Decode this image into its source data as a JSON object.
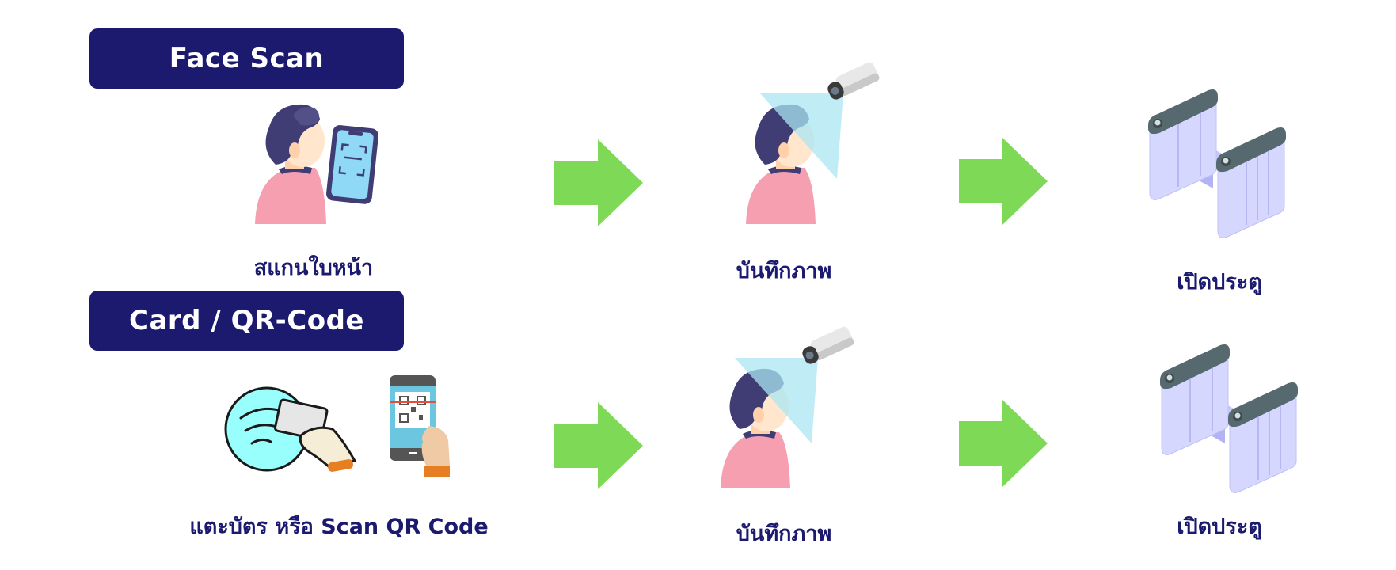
{
  "colors": {
    "banner_bg": "#1B1A6F",
    "label_text": "#1B1A6F",
    "arrow": "#7ED957",
    "hair": "#3F3D74",
    "skin": "#FFD9B8",
    "shirt": "#F59FB0",
    "phone_screen": "#8FD9F7",
    "scan_beam": "#A9E6F2",
    "gate_body": "#D6D7FF",
    "gate_top": "#56696F",
    "nfc_circle": "#99FFFC",
    "qr_phone_screen": "#6CC6DF",
    "hand_cuff": "#E67E22"
  },
  "rows": [
    {
      "method": "Face Scan",
      "steps": [
        {
          "icon": "face-scan-phone-icon",
          "label": "สแกนใบหน้า"
        },
        {
          "icon": "camera-capture-icon",
          "label": "บันทึกภาพ"
        },
        {
          "icon": "turnstile-gate-icon",
          "label": "เปิดประตู"
        }
      ]
    },
    {
      "method": "Card / QR-Code",
      "steps": [
        {
          "icon": "card-tap-qr-scan-icon",
          "label": "แตะบัตร หรือ Scan QR Code"
        },
        {
          "icon": "camera-capture-icon",
          "label": "บันทึกภาพ"
        },
        {
          "icon": "turnstile-gate-icon",
          "label": "เปิดประตู"
        }
      ]
    }
  ]
}
